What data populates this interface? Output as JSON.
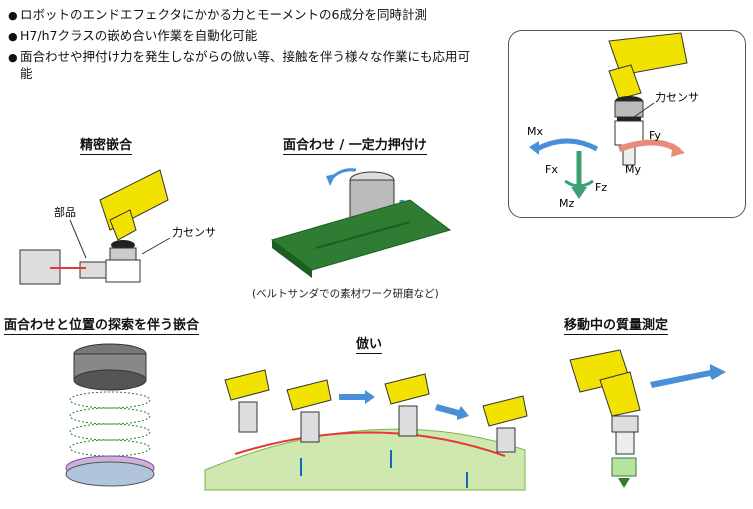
{
  "bullets": [
    {
      "text": "ロボットのエンドエフェクタにかかる力とモーメントの6成分を同時計測"
    },
    {
      "text": "H7/h7クラスの嵌め合い作業を自動化可能"
    },
    {
      "text": "面合わせや押付け力を発生しながらの倣い等、接触を伴う様々な作業にも応用可能"
    }
  ],
  "inset": {
    "sensor_label": "力センサ",
    "axes": {
      "mx": "Mx",
      "fx": "Fx",
      "my": "My",
      "fy": "Fy",
      "fz": "Fz",
      "mz": "Mz"
    }
  },
  "panels": {
    "fitting": {
      "title": "精密嵌合",
      "part_label": "部品",
      "sensor_label": "力センサ"
    },
    "pressing": {
      "title": "面合わせ / 一定力押付け",
      "caption": "(ベルトサンダでの素材ワーク研磨など)"
    },
    "search": {
      "title": "面合わせと位置の探索を伴う嵌合"
    },
    "tracing": {
      "title": "倣い"
    },
    "mass": {
      "title": "移動中の質量測定"
    }
  },
  "colors": {
    "robot_yellow": "#f2e200",
    "arrow_blue": "#4a90d9",
    "belt_green": "#2e7d32",
    "surface_green": "#cfe8b0",
    "contact_red": "#e53935"
  }
}
